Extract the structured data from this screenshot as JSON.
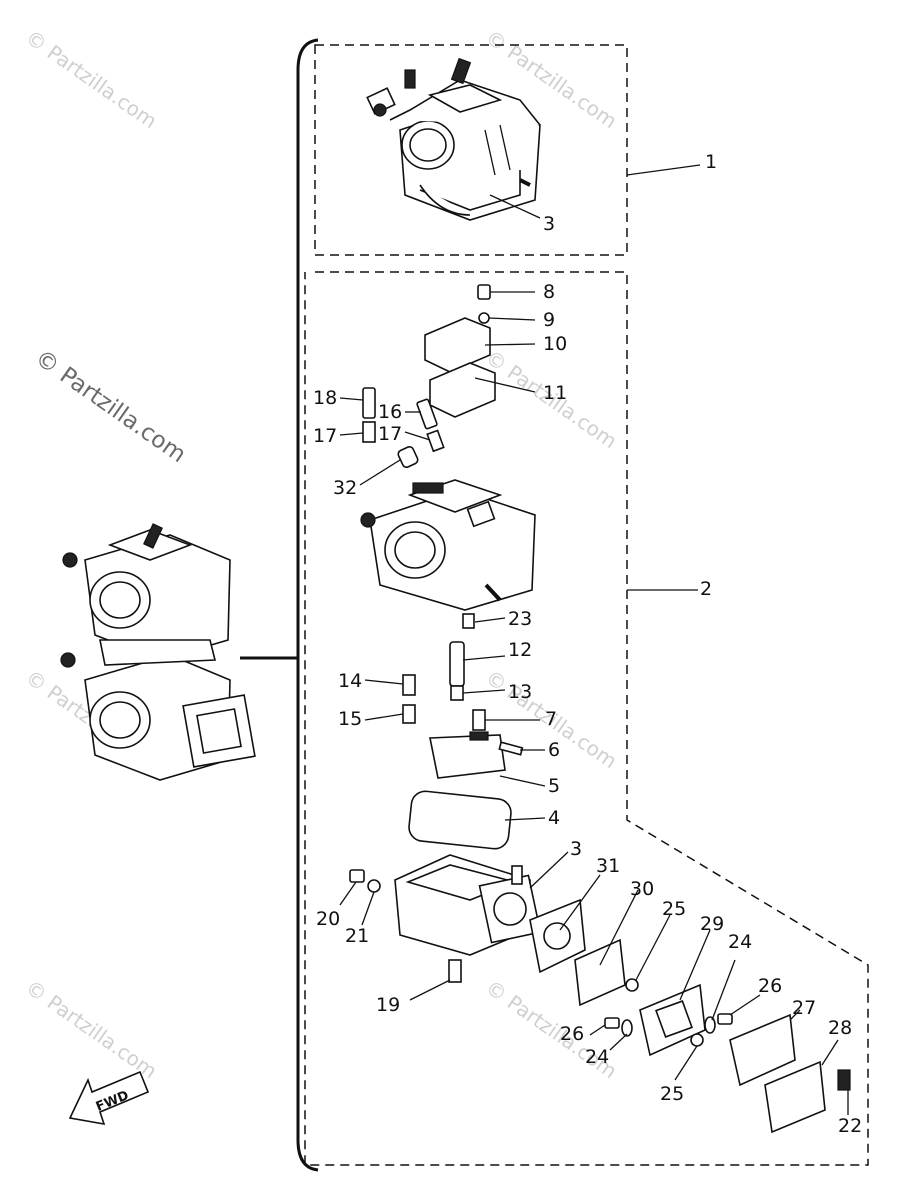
{
  "watermark": "© Partzilla.com",
  "fwd_label": "FWD",
  "callouts": {
    "c1": "1",
    "c2": "2",
    "c3a": "3",
    "c3b": "3",
    "c4": "4",
    "c5": "5",
    "c6": "6",
    "c7": "7",
    "c8": "8",
    "c9": "9",
    "c10": "10",
    "c11": "11",
    "c12": "12",
    "c13": "13",
    "c14": "14",
    "c15": "15",
    "c16": "16",
    "c17a": "17",
    "c17b": "17",
    "c18": "18",
    "c19": "19",
    "c20": "20",
    "c21": "21",
    "c22": "22",
    "c23": "23",
    "c24a": "24",
    "c24b": "24",
    "c25a": "25",
    "c25b": "25",
    "c26a": "26",
    "c26b": "26",
    "c27": "27",
    "c28": "28",
    "c29": "29",
    "c30": "30",
    "c31": "31",
    "c32": "32"
  }
}
